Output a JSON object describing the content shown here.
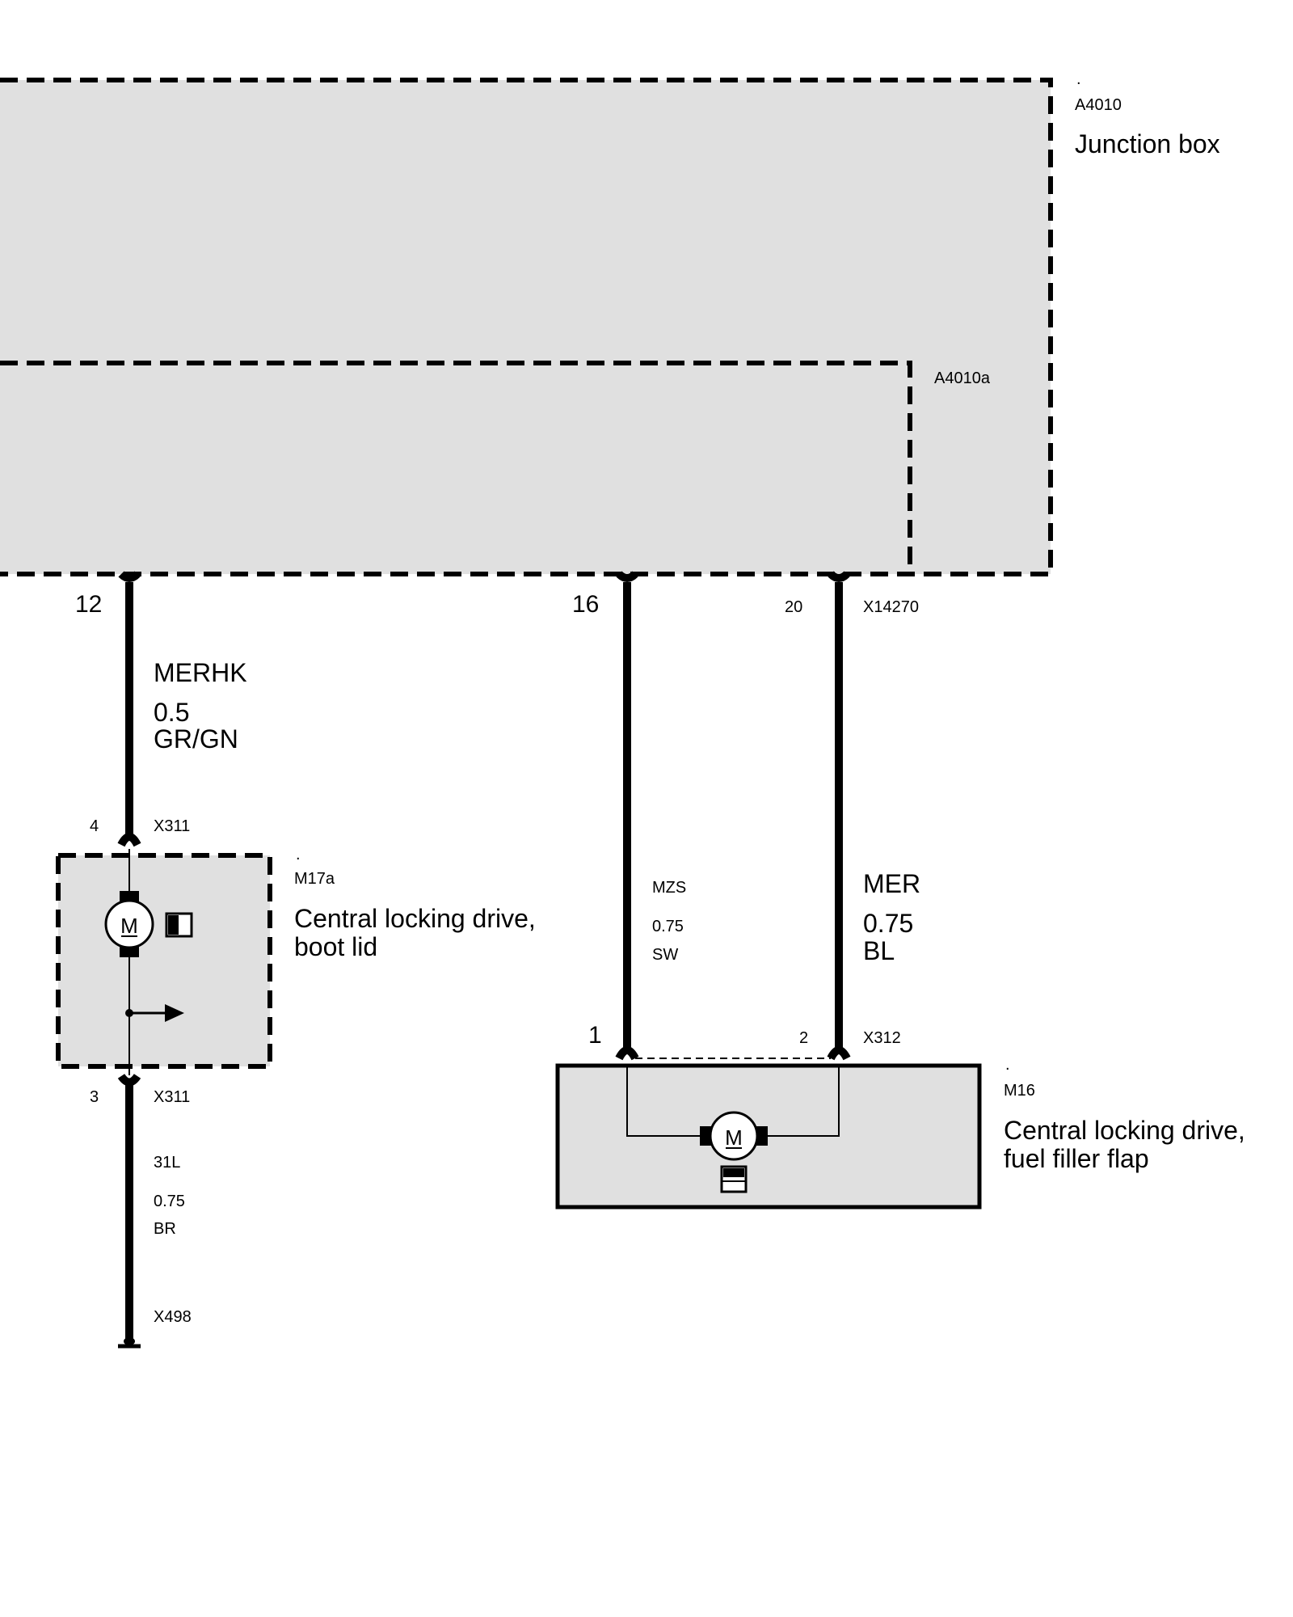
{
  "junction_box": {
    "dot": ".",
    "id": "A4010",
    "name": "Junction box",
    "inner_id": "A4010a",
    "connector": "X14270"
  },
  "wire_merhk": {
    "pin_top": "12",
    "signal": "MERHK",
    "size": "0.5",
    "color": "GR/GN",
    "pin_bottom": "4",
    "connector": "X311"
  },
  "wire_mzs": {
    "pin_top": "16",
    "signal": "MZS",
    "size": "0.75",
    "color": "SW",
    "pin_bottom": "1"
  },
  "wire_mer": {
    "pin_top": "20",
    "signal": "MER",
    "size": "0.75",
    "color": "BL",
    "pin_bottom": "2",
    "connector": "X312"
  },
  "boot_lid_drive": {
    "dot": ".",
    "id": "M17a",
    "name_line1": "Central locking drive,",
    "name_line2": "boot lid",
    "motor_symbol": "M"
  },
  "ground_wire": {
    "pin": "3",
    "connector": "X311",
    "signal": "31L",
    "size": "0.75",
    "color": "BR",
    "ground_point": "X498"
  },
  "fuel_flap_drive": {
    "dot": ".",
    "id": "M16",
    "name_line1": "Central locking drive,",
    "name_line2": "fuel filler flap",
    "motor_symbol": "M"
  },
  "icons": [
    "motor-icon",
    "position-switch-icon",
    "arrow-icon",
    "ground-icon",
    "lock-actuator-icon"
  ]
}
